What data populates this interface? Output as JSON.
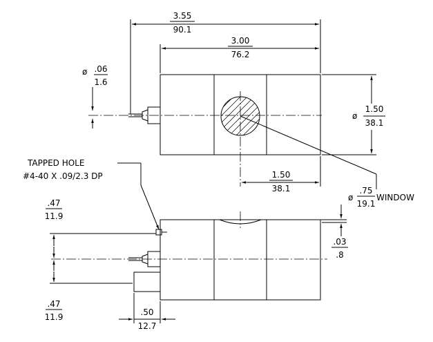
{
  "drawing": {
    "dims": {
      "overall_length": {
        "inch": "3.55",
        "mm": "90.1"
      },
      "body_length": {
        "inch": "3.00",
        "mm": "76.2"
      },
      "shaft_dia": {
        "prefix": "ø",
        "inch": ".06",
        "mm": "1.6"
      },
      "body_dia": {
        "prefix": "ø",
        "inch": "1.50",
        "mm": "38.1"
      },
      "window_pos": {
        "inch": "1.50",
        "mm": "38.1"
      },
      "window_dia": {
        "prefix": "ø",
        "inch": ".75",
        "mm": "19.1",
        "suffix": "WINDOW"
      },
      "top_offset": {
        "inch": ".47",
        "mm": "11.9"
      },
      "bottom_offset": {
        "inch": ".47",
        "mm": "11.9"
      },
      "step": {
        "inch": ".03",
        "mm": ".8"
      },
      "flange": {
        "inch": ".50",
        "mm": "12.7"
      }
    },
    "notes": {
      "tapped_hole_line1": "TAPPED HOLE",
      "tapped_hole_line2": "#4-40 X .09/2.3 DP"
    }
  }
}
